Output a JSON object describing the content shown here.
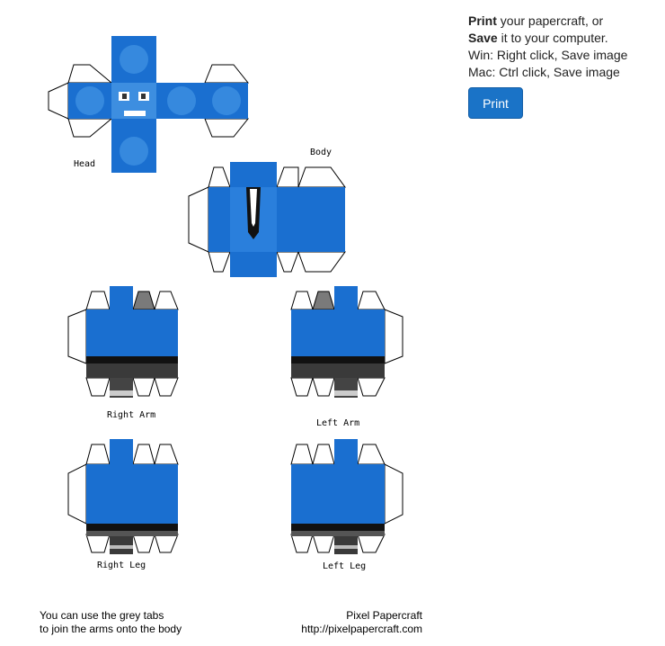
{
  "sidebar": {
    "line1_bold": "Print",
    "line1_rest": " your papercraft, or",
    "line2_bold": "Save",
    "line2_rest": " it to your computer.",
    "line3": "Win: Right click, Save image",
    "line4": "Mac: Ctrl click, Save image",
    "print_label": "Print"
  },
  "labels": {
    "head": "Head",
    "body": "Body",
    "right_arm": "Right Arm",
    "left_arm": "Left Arm",
    "right_leg": "Right Leg",
    "left_leg": "Left Leg"
  },
  "footer": {
    "tip_line1": "You can use the grey tabs",
    "tip_line2": "to join the arms onto the body",
    "brand_name": "Pixel Papercraft",
    "brand_url": "http://pixelpapercraft.com"
  },
  "colors": {
    "skin_blue": "#1a6fd0",
    "skin_light": "#4a9be8",
    "tab_fill": "#ffffff",
    "grey_tab": "#7a7a7a",
    "dark_band": "#1a1a1a",
    "button": "#1a73c7"
  }
}
